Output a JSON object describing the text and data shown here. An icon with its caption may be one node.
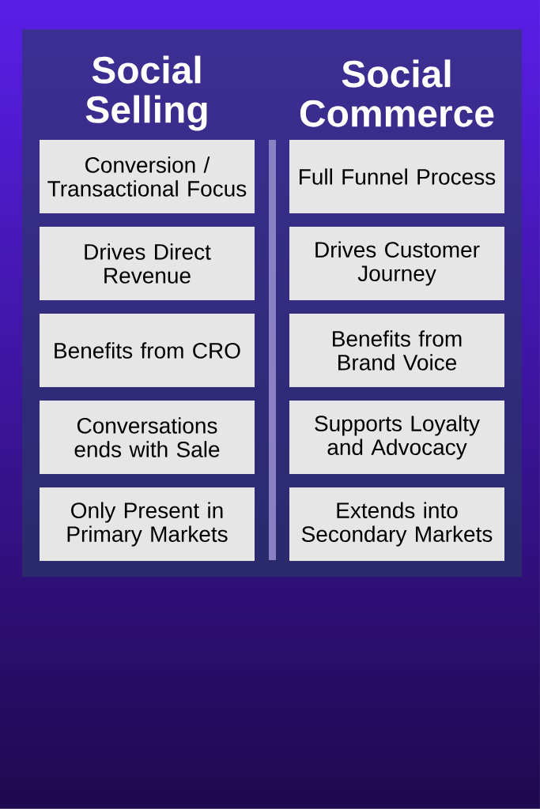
{
  "diagram": {
    "nodes": [
      {
        "text": [
          "Conversion / Transactional Focus"
        ]
      },
      {
        "text": [
          "Drives Direct Revenue"
        ]
      },
      {
        "text": [
          "Benefits from CRO"
        ]
      },
      {
        "text": [
          "Conversations ends with Sale"
        ]
      },
      {
        "text": [
          "Only Present in Primary Markets"
        ]
      },
      {
        "text": [
          "Full Funnel Process"
        ]
      },
      {
        "text": [
          "Drives Customer Journey"
        ]
      },
      {
        "text": [
          "Benefits from Brand Voice"
        ]
      },
      {
        "text": [
          "Supports Loyalty and Advocacy"
        ]
      },
      {
        "text": [
          "Extends into Secondary Markets"
        ]
      }
    ],
    "labels": [
      "Social Selling",
      "Social Commerce"
    ]
  }
}
